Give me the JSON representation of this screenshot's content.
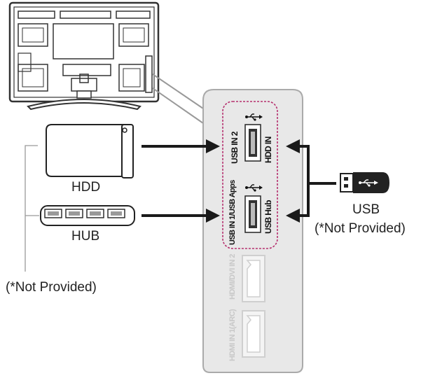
{
  "devices": {
    "hdd_label": "HDD",
    "hub_label": "HUB",
    "left_note": "(*Not Provided)"
  },
  "usb_device": {
    "label": "USB",
    "note": "(*Not Provided)"
  },
  "ports": {
    "usb_in2": "USB IN 2",
    "hdd_in": "HDD IN",
    "usb_in1_apps": "USB IN 1/USB Apps",
    "usb_hub": "USB Hub",
    "hdmi_dvi_in2": "HDMI/DVI IN 2",
    "hdmi_in1_arc": "HDMI IN 1(ARC)"
  },
  "colors": {
    "panel_fill": "#e8e8e8",
    "panel_stroke": "#aaaaaa",
    "accent_dashed": "#b5306e",
    "arrow": "#1a1a1a",
    "inactive_port": "#cfcfcf"
  }
}
